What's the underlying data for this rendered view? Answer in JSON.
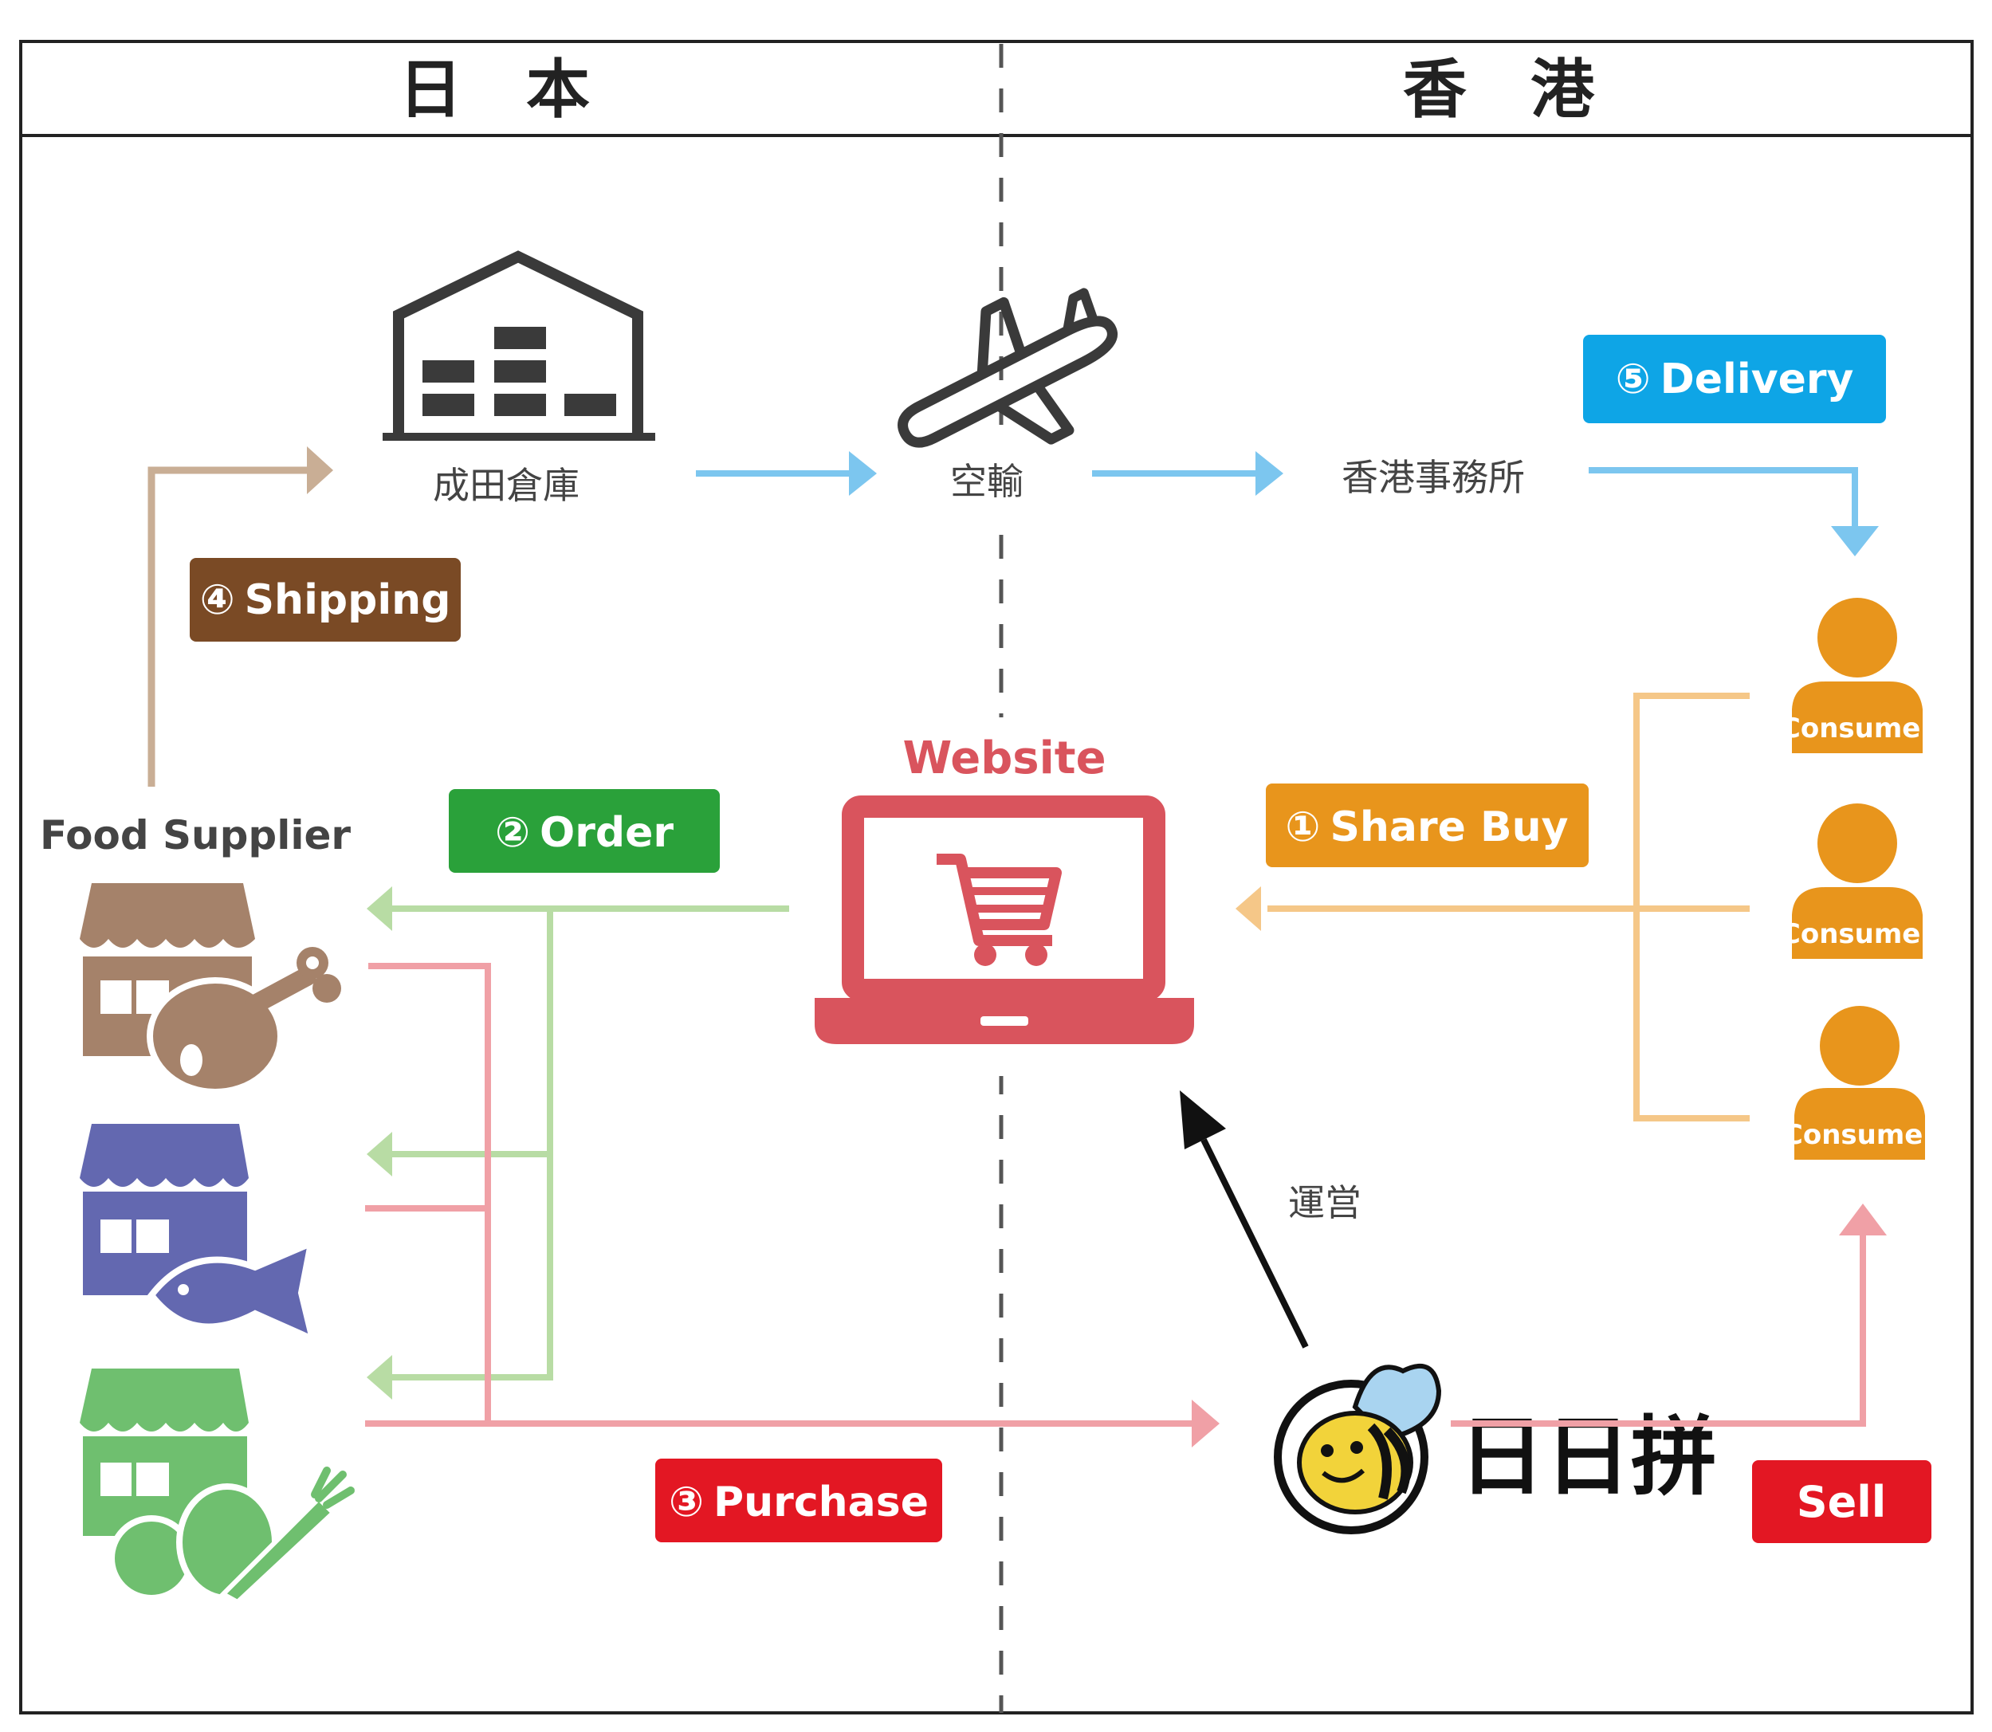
{
  "header": {
    "left_region": "日　本",
    "right_region": "香　港"
  },
  "colors": {
    "shipping": "#7a4a25",
    "order": "#2aa13a",
    "purchase": "#e31723",
    "share_buy": "#e8951c",
    "delivery": "#0ea5e6",
    "sell": "#e31723",
    "website": "#d9545d",
    "consumer": "#e8951c",
    "store_meat": "#a5826a",
    "store_fish": "#6368b0",
    "store_veg": "#6fbf6f"
  },
  "nodes": {
    "warehouse": "成田倉庫",
    "air": "空輸",
    "hk_office": "香港事務所",
    "website": "Website",
    "food_supplier": "Food Supplier",
    "operate": "運営",
    "brand": "日日拼",
    "consumers": [
      "Consumer",
      "Consumer",
      "Consumer"
    ]
  },
  "steps": {
    "share_buy": {
      "num": "①",
      "label": "Share Buy"
    },
    "order": {
      "num": "②",
      "label": "Order"
    },
    "purchase": {
      "num": "③",
      "label": "Purchase"
    },
    "shipping": {
      "num": "④",
      "label": "Shipping"
    },
    "delivery": {
      "num": "⑤",
      "label": "Delivery"
    },
    "sell": {
      "label": "Sell"
    }
  }
}
